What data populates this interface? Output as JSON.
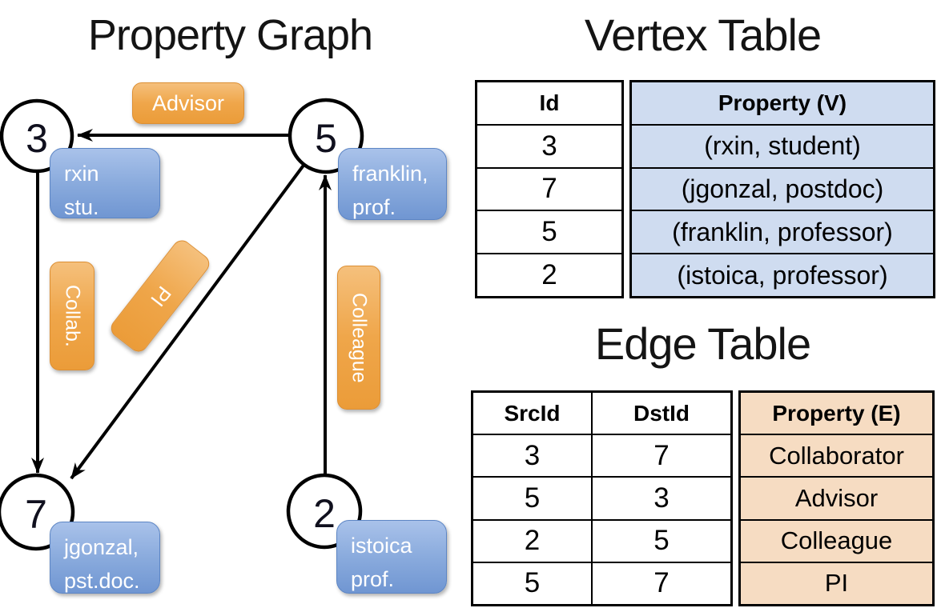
{
  "graph": {
    "title": "Property Graph",
    "nodes": [
      {
        "id": "3",
        "property_lines": [
          "rxin",
          "stu."
        ]
      },
      {
        "id": "5",
        "property_lines": [
          "franklin,",
          "prof."
        ]
      },
      {
        "id": "7",
        "property_lines": [
          "jgonzal,",
          "pst.doc."
        ]
      },
      {
        "id": "2",
        "property_lines": [
          "istoica",
          "prof."
        ]
      }
    ],
    "edge_labels": [
      {
        "text": "Advisor"
      },
      {
        "text": "Collab."
      },
      {
        "text": "PI"
      },
      {
        "text": "Colleague"
      }
    ]
  },
  "vertex_table": {
    "title": "Vertex Table",
    "columns": [
      "Id",
      "Property (V)"
    ],
    "rows": [
      {
        "id": "3",
        "property": "(rxin, student)"
      },
      {
        "id": "7",
        "property": "(jgonzal, postdoc)"
      },
      {
        "id": "5",
        "property": "(franklin, professor)"
      },
      {
        "id": "2",
        "property": "(istoica, professor)"
      }
    ]
  },
  "edge_table": {
    "title": "Edge Table",
    "columns": [
      "SrcId",
      "DstId",
      "Property (E)"
    ],
    "rows": [
      {
        "src": "3",
        "dst": "7",
        "property": "Collaborator"
      },
      {
        "src": "5",
        "dst": "3",
        "property": "Advisor"
      },
      {
        "src": "2",
        "dst": "5",
        "property": "Colleague"
      },
      {
        "src": "5",
        "dst": "7",
        "property": "PI"
      }
    ]
  },
  "colors": {
    "vertex_property_fill": "#cfdcf0",
    "edge_property_fill": "#f6dcc2",
    "node_property_box_blue": "#7fa5da",
    "edge_label_orange": "#efa64a"
  }
}
